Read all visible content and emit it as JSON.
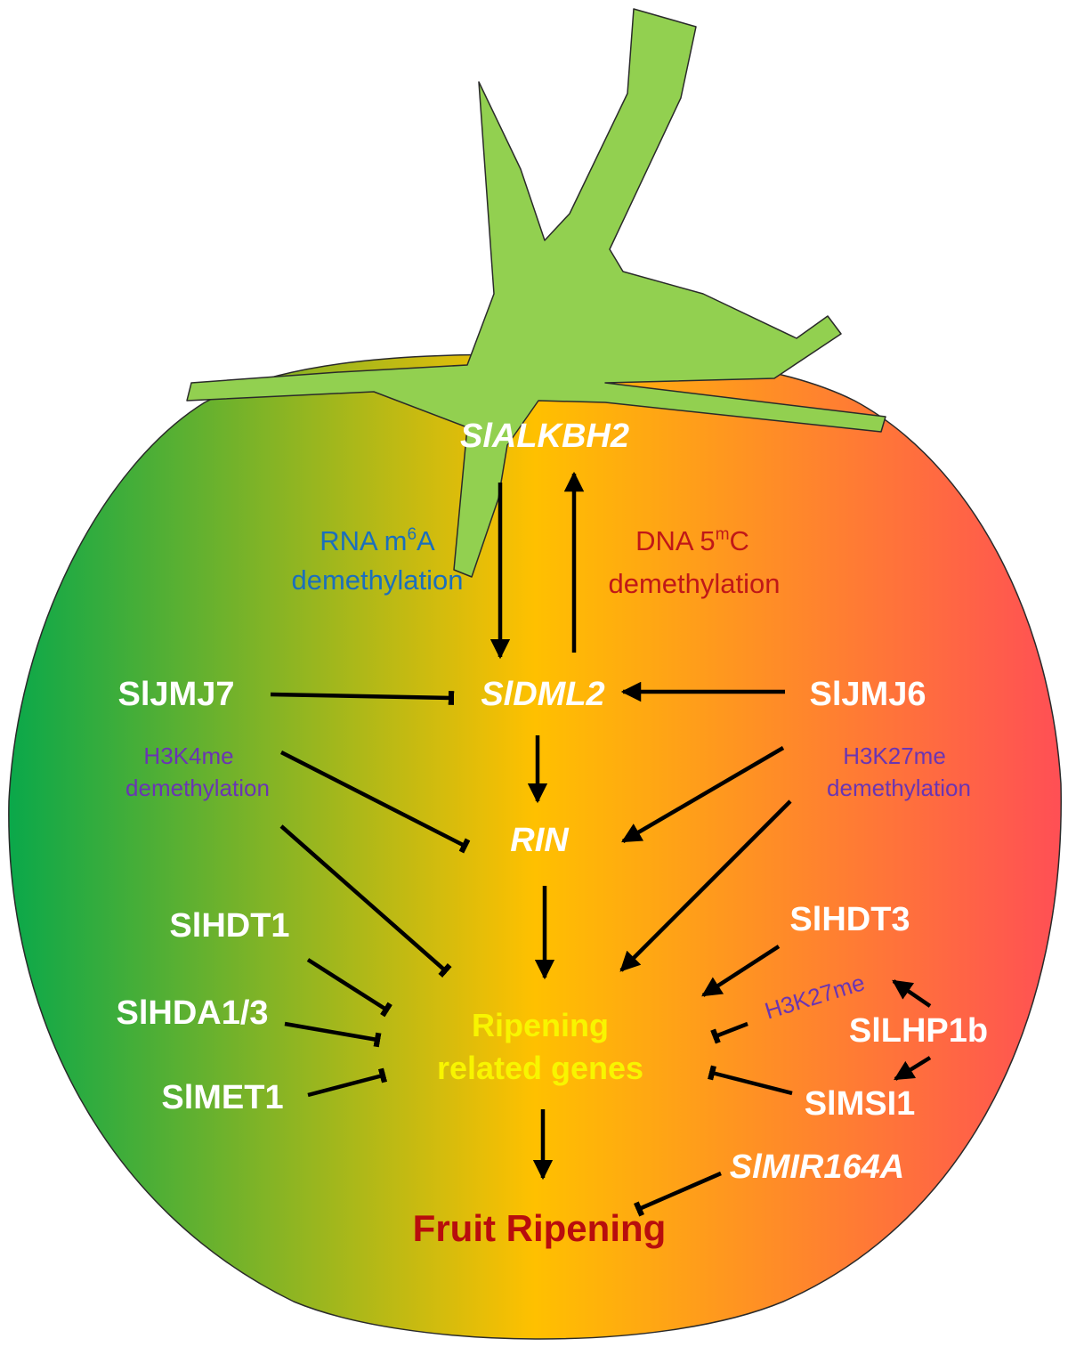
{
  "nodes": {
    "alkbh2": "SlALKBH2",
    "dml2": "SlDML2",
    "rin": "RIN",
    "jmj7": "SlJMJ7",
    "jmj6": "SlJMJ6",
    "hdt1": "SlHDT1",
    "hda13": "SlHDA1/3",
    "met1": "SlMET1",
    "hdt3": "SlHDT3",
    "lhp1b": "SlLHP1b",
    "msi1": "SlMSI1",
    "mir164a": "SlMIR164A"
  },
  "labels": {
    "rna_m6a_line1_pre": "RNA m",
    "rna_m6a_sup": "6",
    "rna_m6a_line1_post": "A",
    "rna_m6a_line2": "demethylation",
    "dna_5mc_line1_pre": "DNA 5",
    "dna_5mc_sup": "m",
    "dna_5mc_line1_post": "C",
    "dna_5mc_line2": "demethylation",
    "h3k4me_line1": "H3K4me",
    "h3k4me_line2": "demethylation",
    "h3k27me_line1": "H3K27me",
    "h3k27me_line2": "demethylation",
    "h3k27me_small": "H3K27me",
    "ripening_line1": "Ripening",
    "ripening_line2": "related genes",
    "fruit_ripening": "Fruit Ripening"
  },
  "colors": {
    "gradient_left": "#0aa84a",
    "gradient_mid": "#ffc000",
    "gradient_right": "#ff4f55",
    "stem": "#92d050",
    "node_text": "#ffffff",
    "m6a_label": "#1b6fbd",
    "dna_label": "#c01818",
    "histone_label": "#6a35b3",
    "ripening_genes": "#f8f500",
    "fruit_ripening": "#b80d0d"
  }
}
